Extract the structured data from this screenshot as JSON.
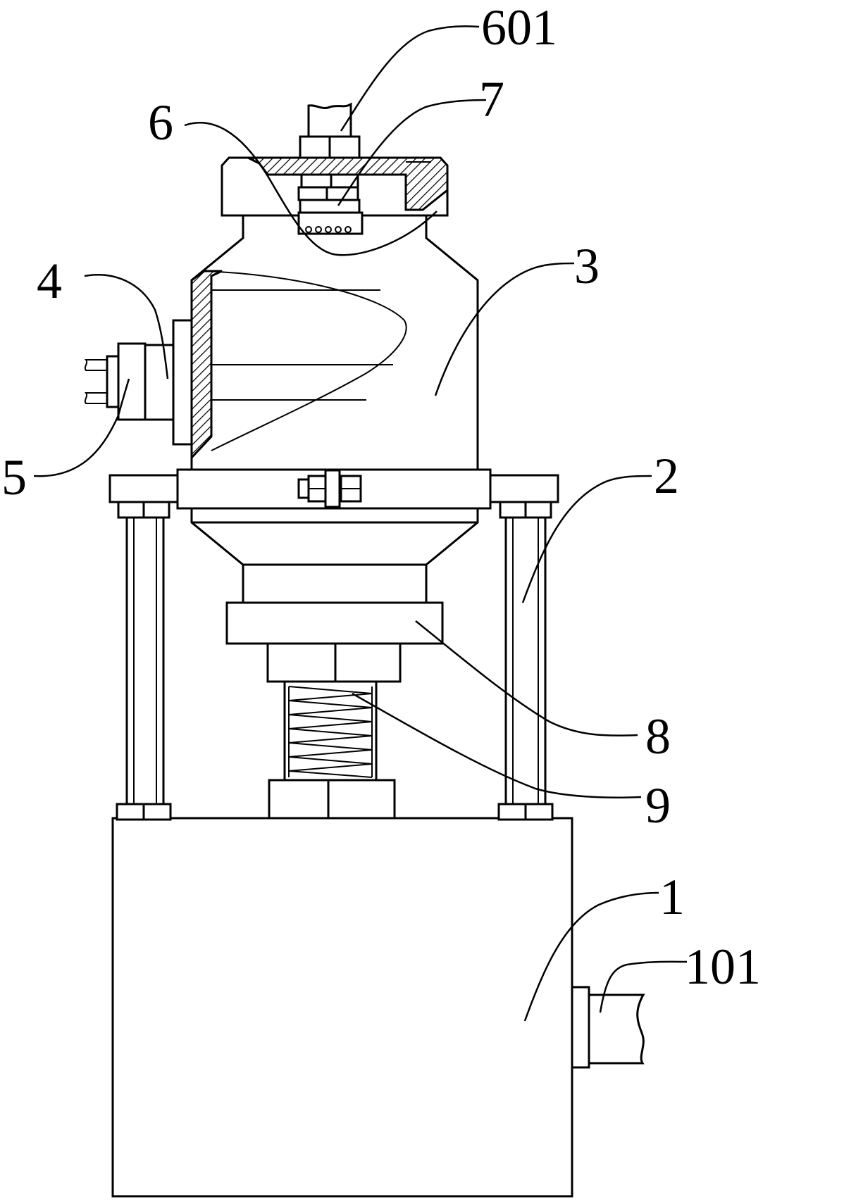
{
  "figure": {
    "labels": {
      "601": "601",
      "7": "7",
      "6": "6",
      "3": "3",
      "4": "4",
      "5": "5",
      "2": "2",
      "8": "8",
      "9": "9",
      "1": "1",
      "101": "101"
    }
  }
}
